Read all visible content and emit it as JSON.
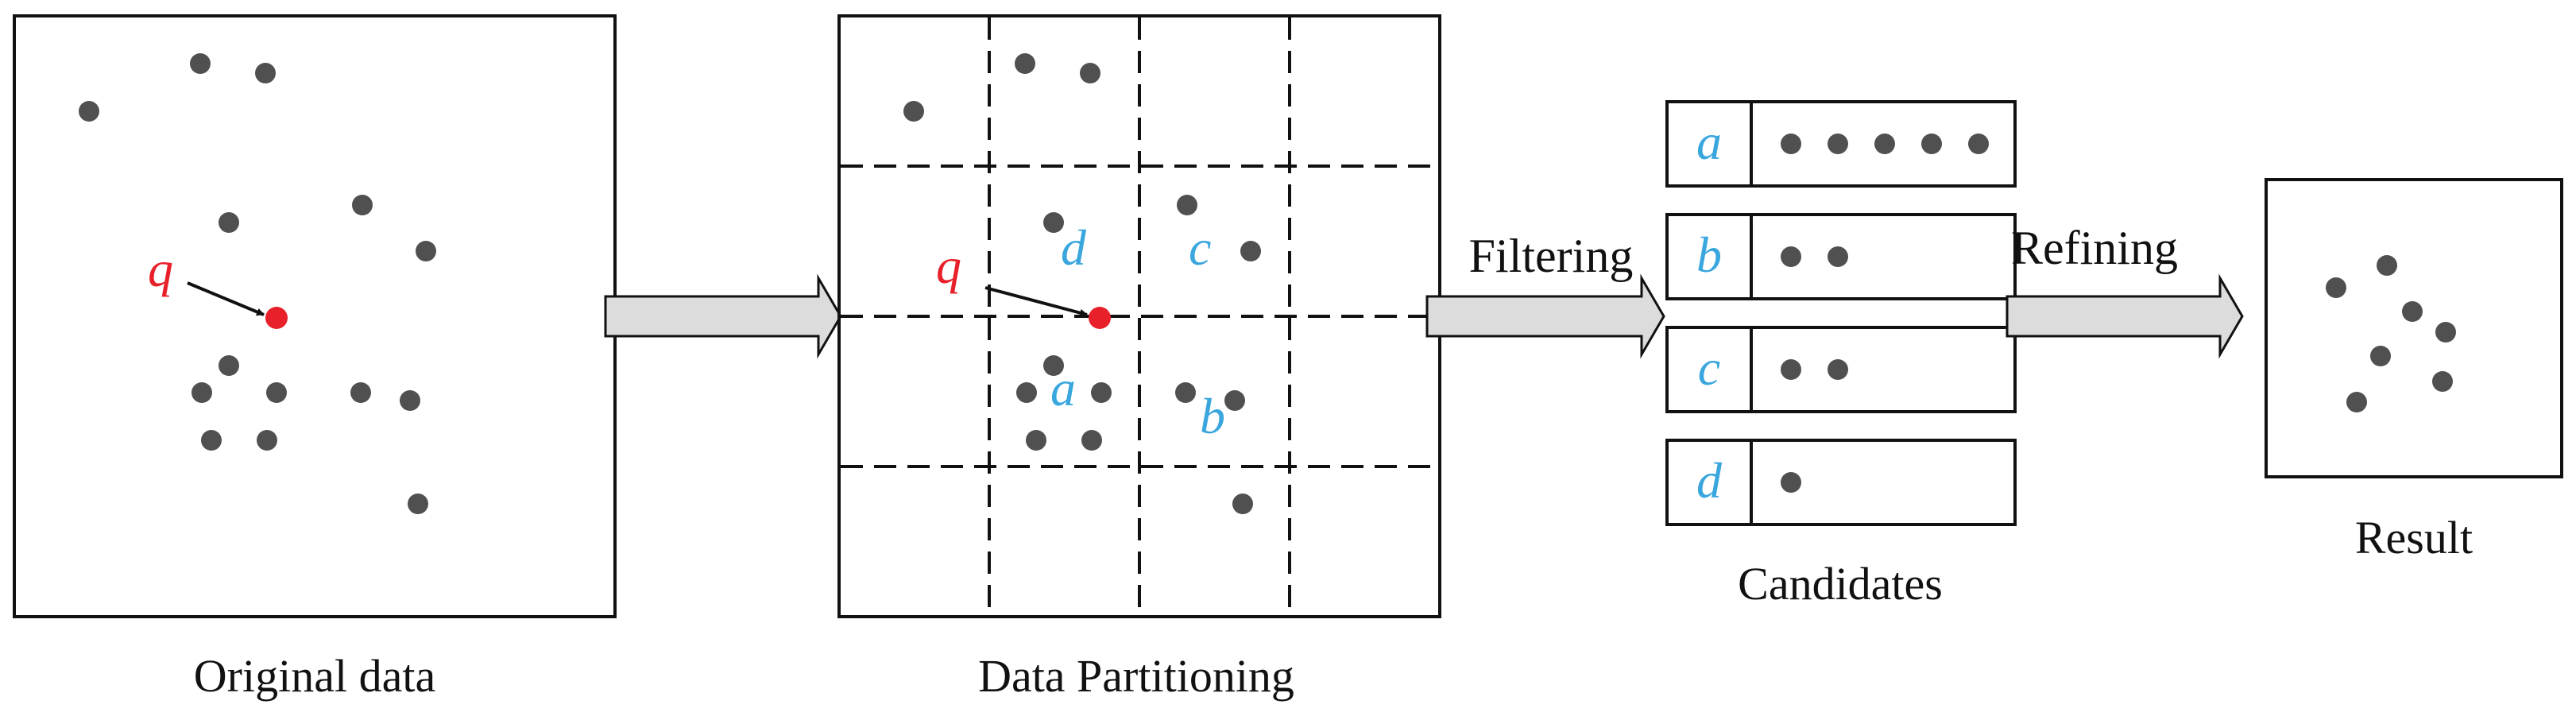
{
  "colors": {
    "point": "#505050",
    "query": "#e8202a",
    "cell_label": "#3aa6de",
    "frame": "#111111",
    "arrow_fill": "#dcdcdc"
  },
  "query_label": "q",
  "panels": {
    "original": {
      "caption": "Original data"
    },
    "partitioning": {
      "caption": "Data Partitioning",
      "cell_labels": [
        "a",
        "b",
        "c",
        "d"
      ]
    },
    "candidates": {
      "caption": "Candidates",
      "rows": [
        {
          "label": "a",
          "count": 5
        },
        {
          "label": "b",
          "count": 2
        },
        {
          "label": "c",
          "count": 2
        },
        {
          "label": "d",
          "count": 1
        }
      ]
    },
    "result": {
      "caption": "Result"
    }
  },
  "stages": {
    "filtering": "Filtering",
    "refining": "Refining"
  }
}
